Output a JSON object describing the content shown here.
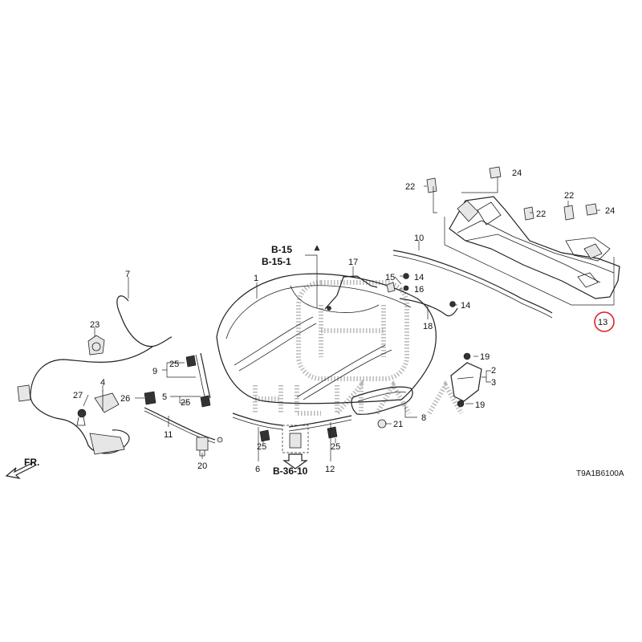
{
  "parts": {
    "p1": "1",
    "p2": "2",
    "p3": "3",
    "p4": "4",
    "p5": "5",
    "p6": "6",
    "p7": "7",
    "p8": "8",
    "p9": "9",
    "p10": "10",
    "p11": "11",
    "p12": "12",
    "p13": "13",
    "p14a": "14",
    "p14b": "14",
    "p15": "15",
    "p16": "16",
    "p17": "17",
    "p18": "18",
    "p19a": "19",
    "p19b": "19",
    "p20": "20",
    "p21": "21",
    "p22a": "22",
    "p22b": "22",
    "p22c": "22",
    "p23": "23",
    "p24a": "24",
    "p24b": "24",
    "p25a": "25",
    "p25b": "25",
    "p25c": "25",
    "p25d": "25",
    "p26": "26",
    "p27": "27"
  },
  "refs": {
    "b15": "B-15",
    "b151": "B-15-1",
    "b3610": "B-36-10"
  },
  "front_label": "FR.",
  "diagram_code": "T9A1B6100A",
  "highlight": {
    "part": "13",
    "color": "#e0202a"
  }
}
